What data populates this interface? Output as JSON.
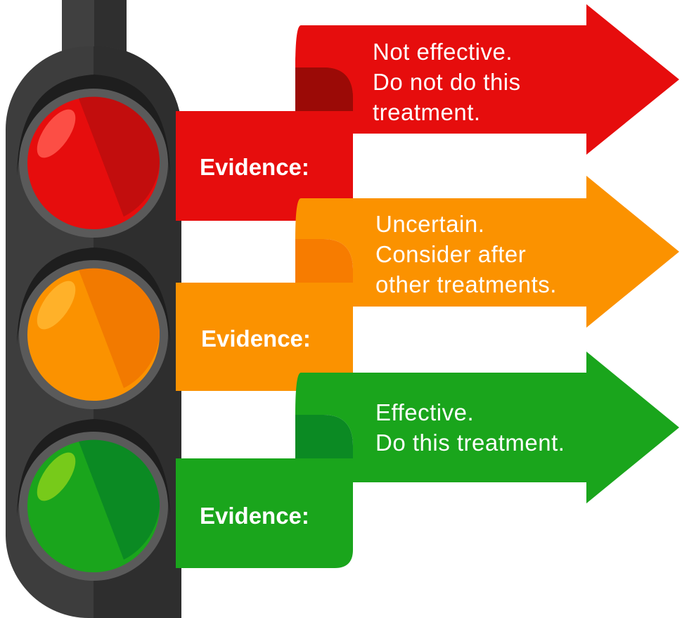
{
  "colors": {
    "red": "#e60d0d",
    "red_dark": "#9b0a06",
    "orange": "#fb9200",
    "orange_dark": "#f77c00",
    "green": "#1aa51c",
    "green_dark": "#0b8a23",
    "housing": "#3a3a3a",
    "pole": "#444444"
  },
  "traffic_light": {
    "lights": [
      "red",
      "amber",
      "green"
    ]
  },
  "tiers": [
    {
      "color_name": "red",
      "evidence_label": "Evidence:",
      "message_lines": [
        "Not effective.",
        "Do not do this",
        "treatment."
      ]
    },
    {
      "color_name": "orange",
      "evidence_label": "Evidence:",
      "message_lines": [
        "Uncertain.",
        "Consider after",
        "other treatments."
      ]
    },
    {
      "color_name": "green",
      "evidence_label": "Evidence:",
      "message_lines": [
        "Effective.",
        "Do this treatment."
      ]
    }
  ]
}
